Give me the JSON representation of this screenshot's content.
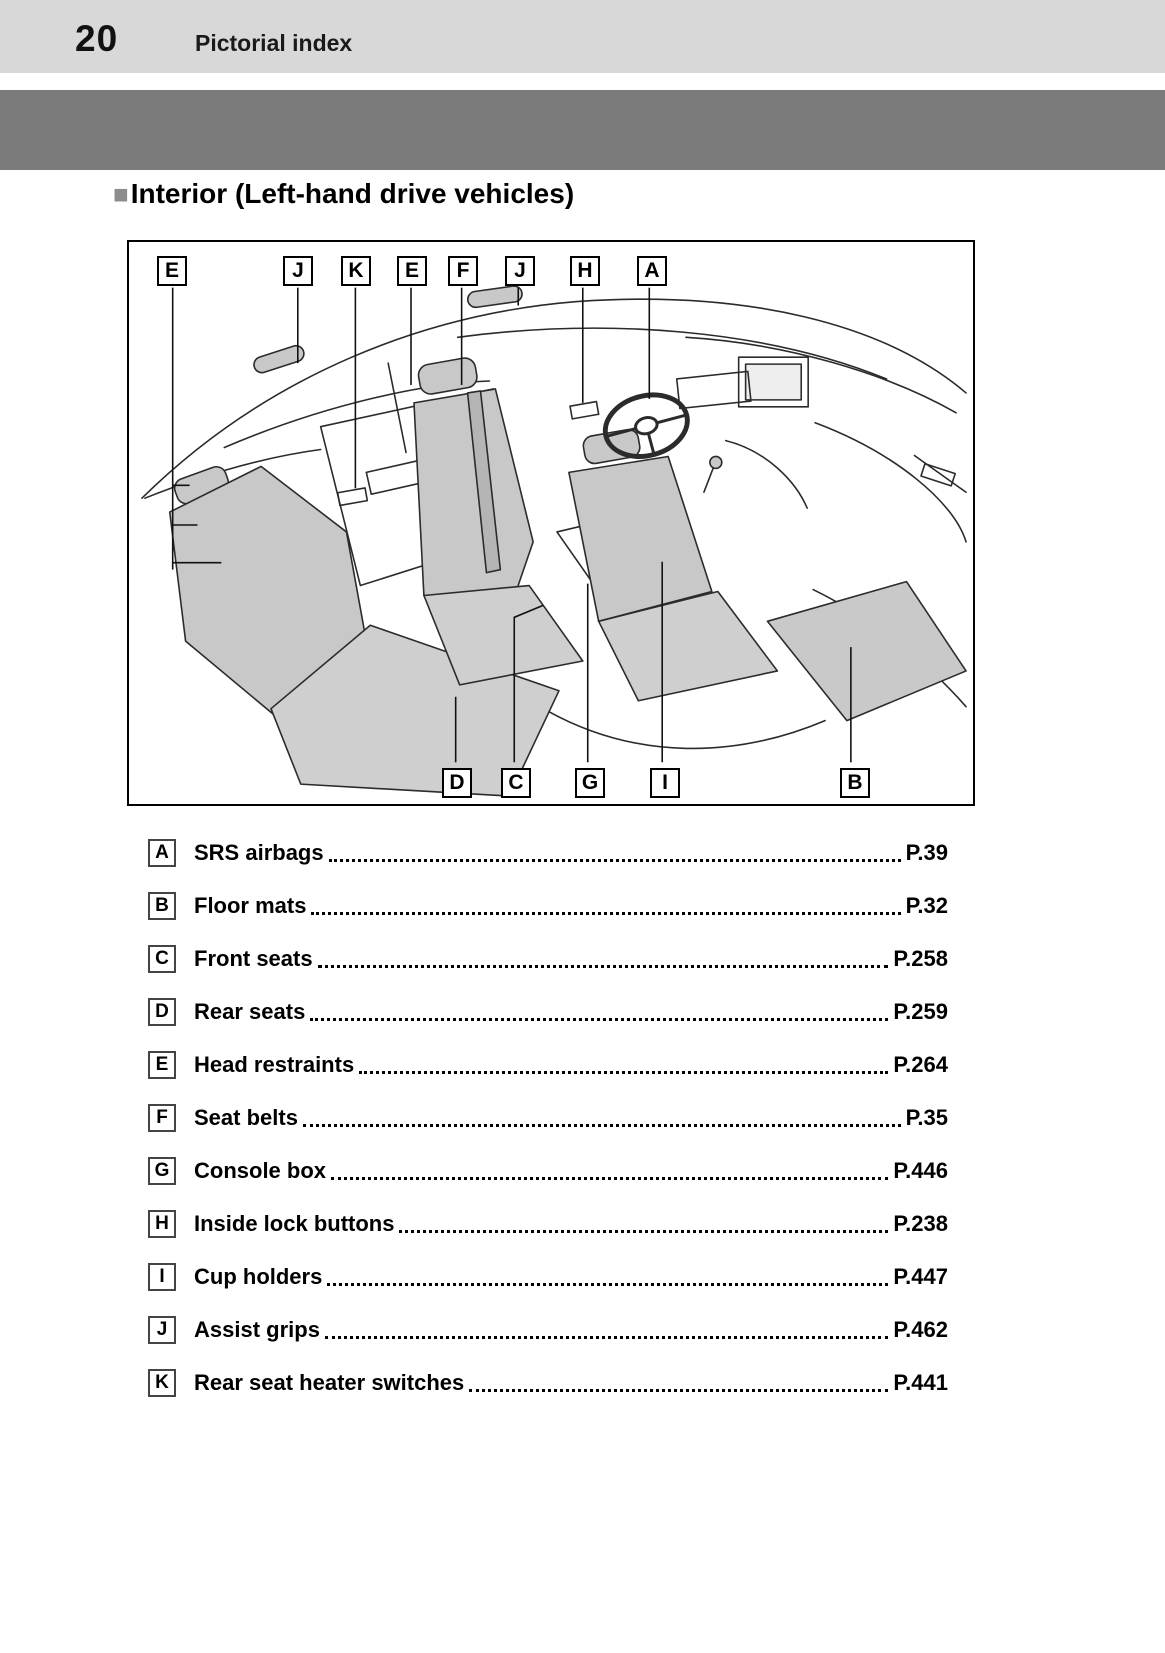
{
  "page": {
    "number": "20",
    "chapter_title": "Pictorial index"
  },
  "colors": {
    "top_bar": "#d8d8d8",
    "dark_band": "#7b7b7b",
    "seat_fill": "#c8c8c8"
  },
  "section": {
    "bullet": "■",
    "title": "Interior (Left-hand drive vehicles)"
  },
  "figure": {
    "top_callouts": [
      "E",
      "J",
      "K",
      "E",
      "F",
      "J",
      "H",
      "A"
    ],
    "bottom_callouts": [
      "D",
      "C",
      "G",
      "I",
      "B"
    ]
  },
  "index": {
    "items": [
      {
        "letter": "A",
        "label": "SRS airbags",
        "page": "P.39"
      },
      {
        "letter": "B",
        "label": "Floor mats",
        "page": "P.32"
      },
      {
        "letter": "C",
        "label": "Front seats",
        "page": "P.258"
      },
      {
        "letter": "D",
        "label": "Rear seats",
        "page": "P.259"
      },
      {
        "letter": "E",
        "label": "Head restraints",
        "page": "P.264"
      },
      {
        "letter": "F",
        "label": "Seat belts",
        "page": "P.35"
      },
      {
        "letter": "G",
        "label": "Console box",
        "page": "P.446"
      },
      {
        "letter": "H",
        "label": "Inside lock buttons",
        "page": "P.238"
      },
      {
        "letter": "I",
        "label": "Cup holders",
        "page": "P.447"
      },
      {
        "letter": "J",
        "label": "Assist grips",
        "page": "P.462"
      },
      {
        "letter": "K",
        "label": "Rear seat heater switches",
        "page": "P.441"
      }
    ]
  }
}
